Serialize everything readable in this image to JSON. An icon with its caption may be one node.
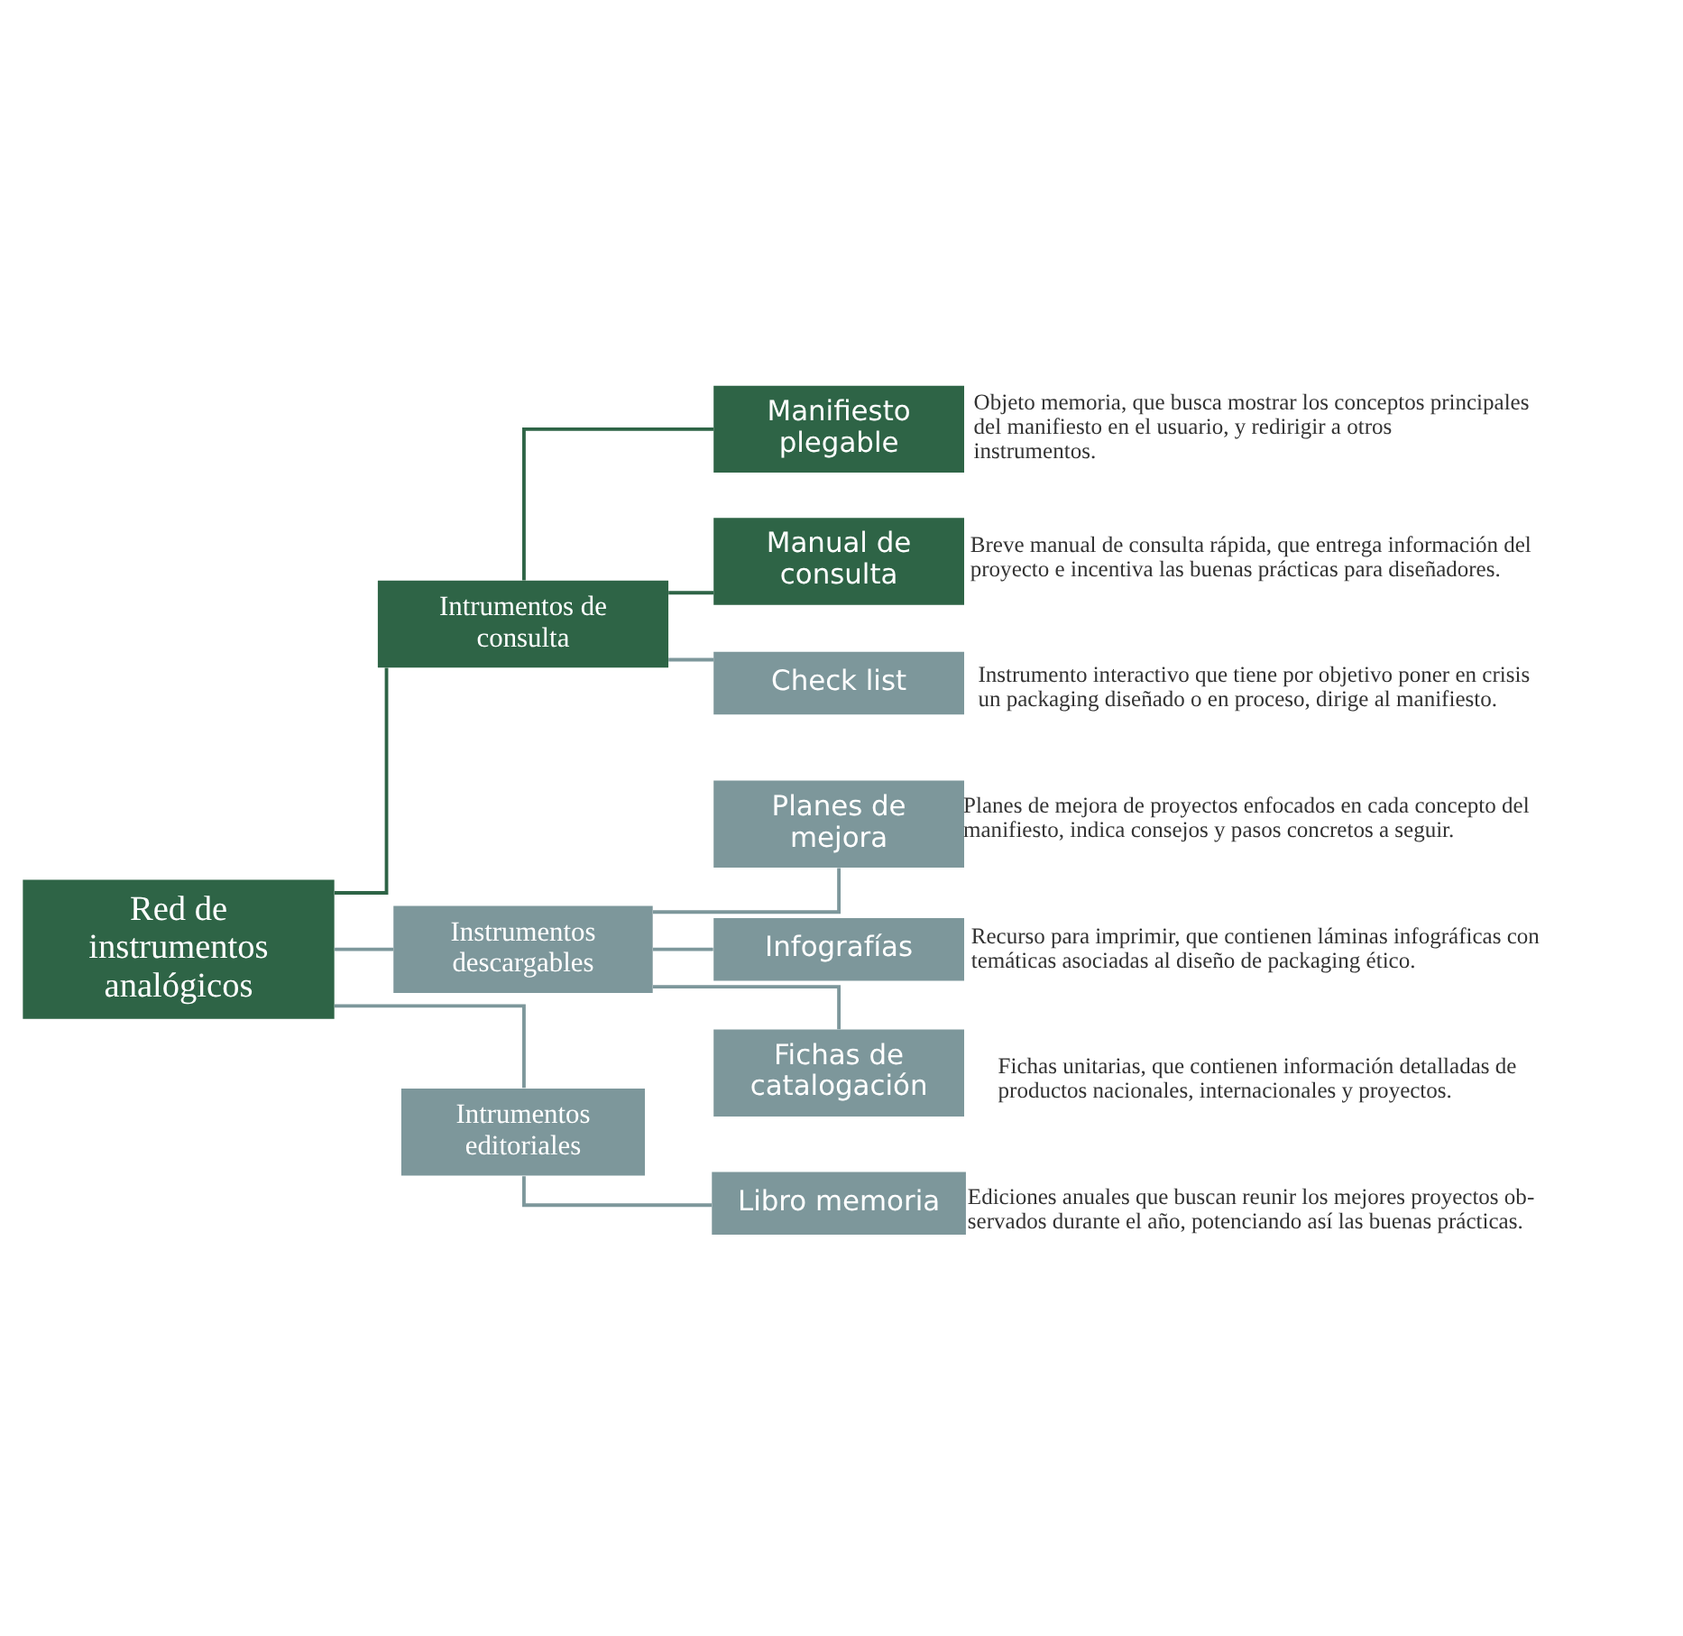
{
  "diagram": {
    "nodes": [
      {
        "text": [
          "Red de instrumentos analógicos"
        ]
      },
      {
        "text": [
          "Intrumentos de consulta"
        ]
      },
      {
        "text": [
          "Manifiesto plegable"
        ],
        "beside": [
          "Objeto memoria, que busca mostrar los conceptos principales del manifiesto en el usuario, y redirigir a otros instrumentos."
        ]
      },
      {
        "text": [
          "Manual de consulta"
        ],
        "beside": [
          "Breve manual de consulta rápida, que entrega información del proyecto e incentiva las buenas prácticas para diseñadores."
        ]
      },
      {
        "text": [
          "Check list"
        ],
        "beside": [
          "Instrumento interactivo que tiene por objetivo poner en crisis un packaging diseñado o en proceso, dirige al manifiesto."
        ]
      },
      {
        "text": [
          "Instrumentos descargables"
        ]
      },
      {
        "text": [
          "Planes de mejora"
        ],
        "beside": [
          "Planes de mejora de proyectos enfocados en cada concepto del manifiesto, indica consejos y pasos concretos a seguir."
        ]
      },
      {
        "text": [
          "Infografías"
        ],
        "beside": [
          "Recurso para imprimir, que contienen láminas infográficas con temáticas asociadas al diseño de packaging ético."
        ]
      },
      {
        "text": [
          "Fichas de catalogación"
        ],
        "beside": [
          "Fichas unitarias, que contienen información detalladas de productos nacionales, internacionales y proyectos."
        ]
      },
      {
        "text": [
          "Intrumentos editoriales"
        ]
      },
      {
        "text": [
          "Libro memoria"
        ],
        "beside": [
          "Ediciones anuales que buscan reunir los mejores proyectos ob- servados durante el año, potenciando así las buenas prácticas."
        ]
      }
    ],
    "edges": [
      {
        "from": 0,
        "to": 1,
        "arrow": "none",
        "color": "#2e6446"
      },
      {
        "from": 1,
        "to": 2,
        "arrow": "none",
        "color": "#2e6446"
      },
      {
        "from": 1,
        "to": 3,
        "arrow": "none",
        "color": "#2e6446"
      },
      {
        "from": 1,
        "to": 4,
        "arrow": "none"
      },
      {
        "from": 0,
        "to": 5,
        "arrow": "none"
      },
      {
        "from": 5,
        "to": 6,
        "arrow": "none"
      },
      {
        "from": 5,
        "to": 7,
        "arrow": "none"
      },
      {
        "from": 5,
        "to": 8,
        "arrow": "none"
      },
      {
        "from": 0,
        "to": 9,
        "arrow": "none"
      },
      {
        "from": 9,
        "to": 10,
        "arrow": "none"
      }
    ]
  }
}
